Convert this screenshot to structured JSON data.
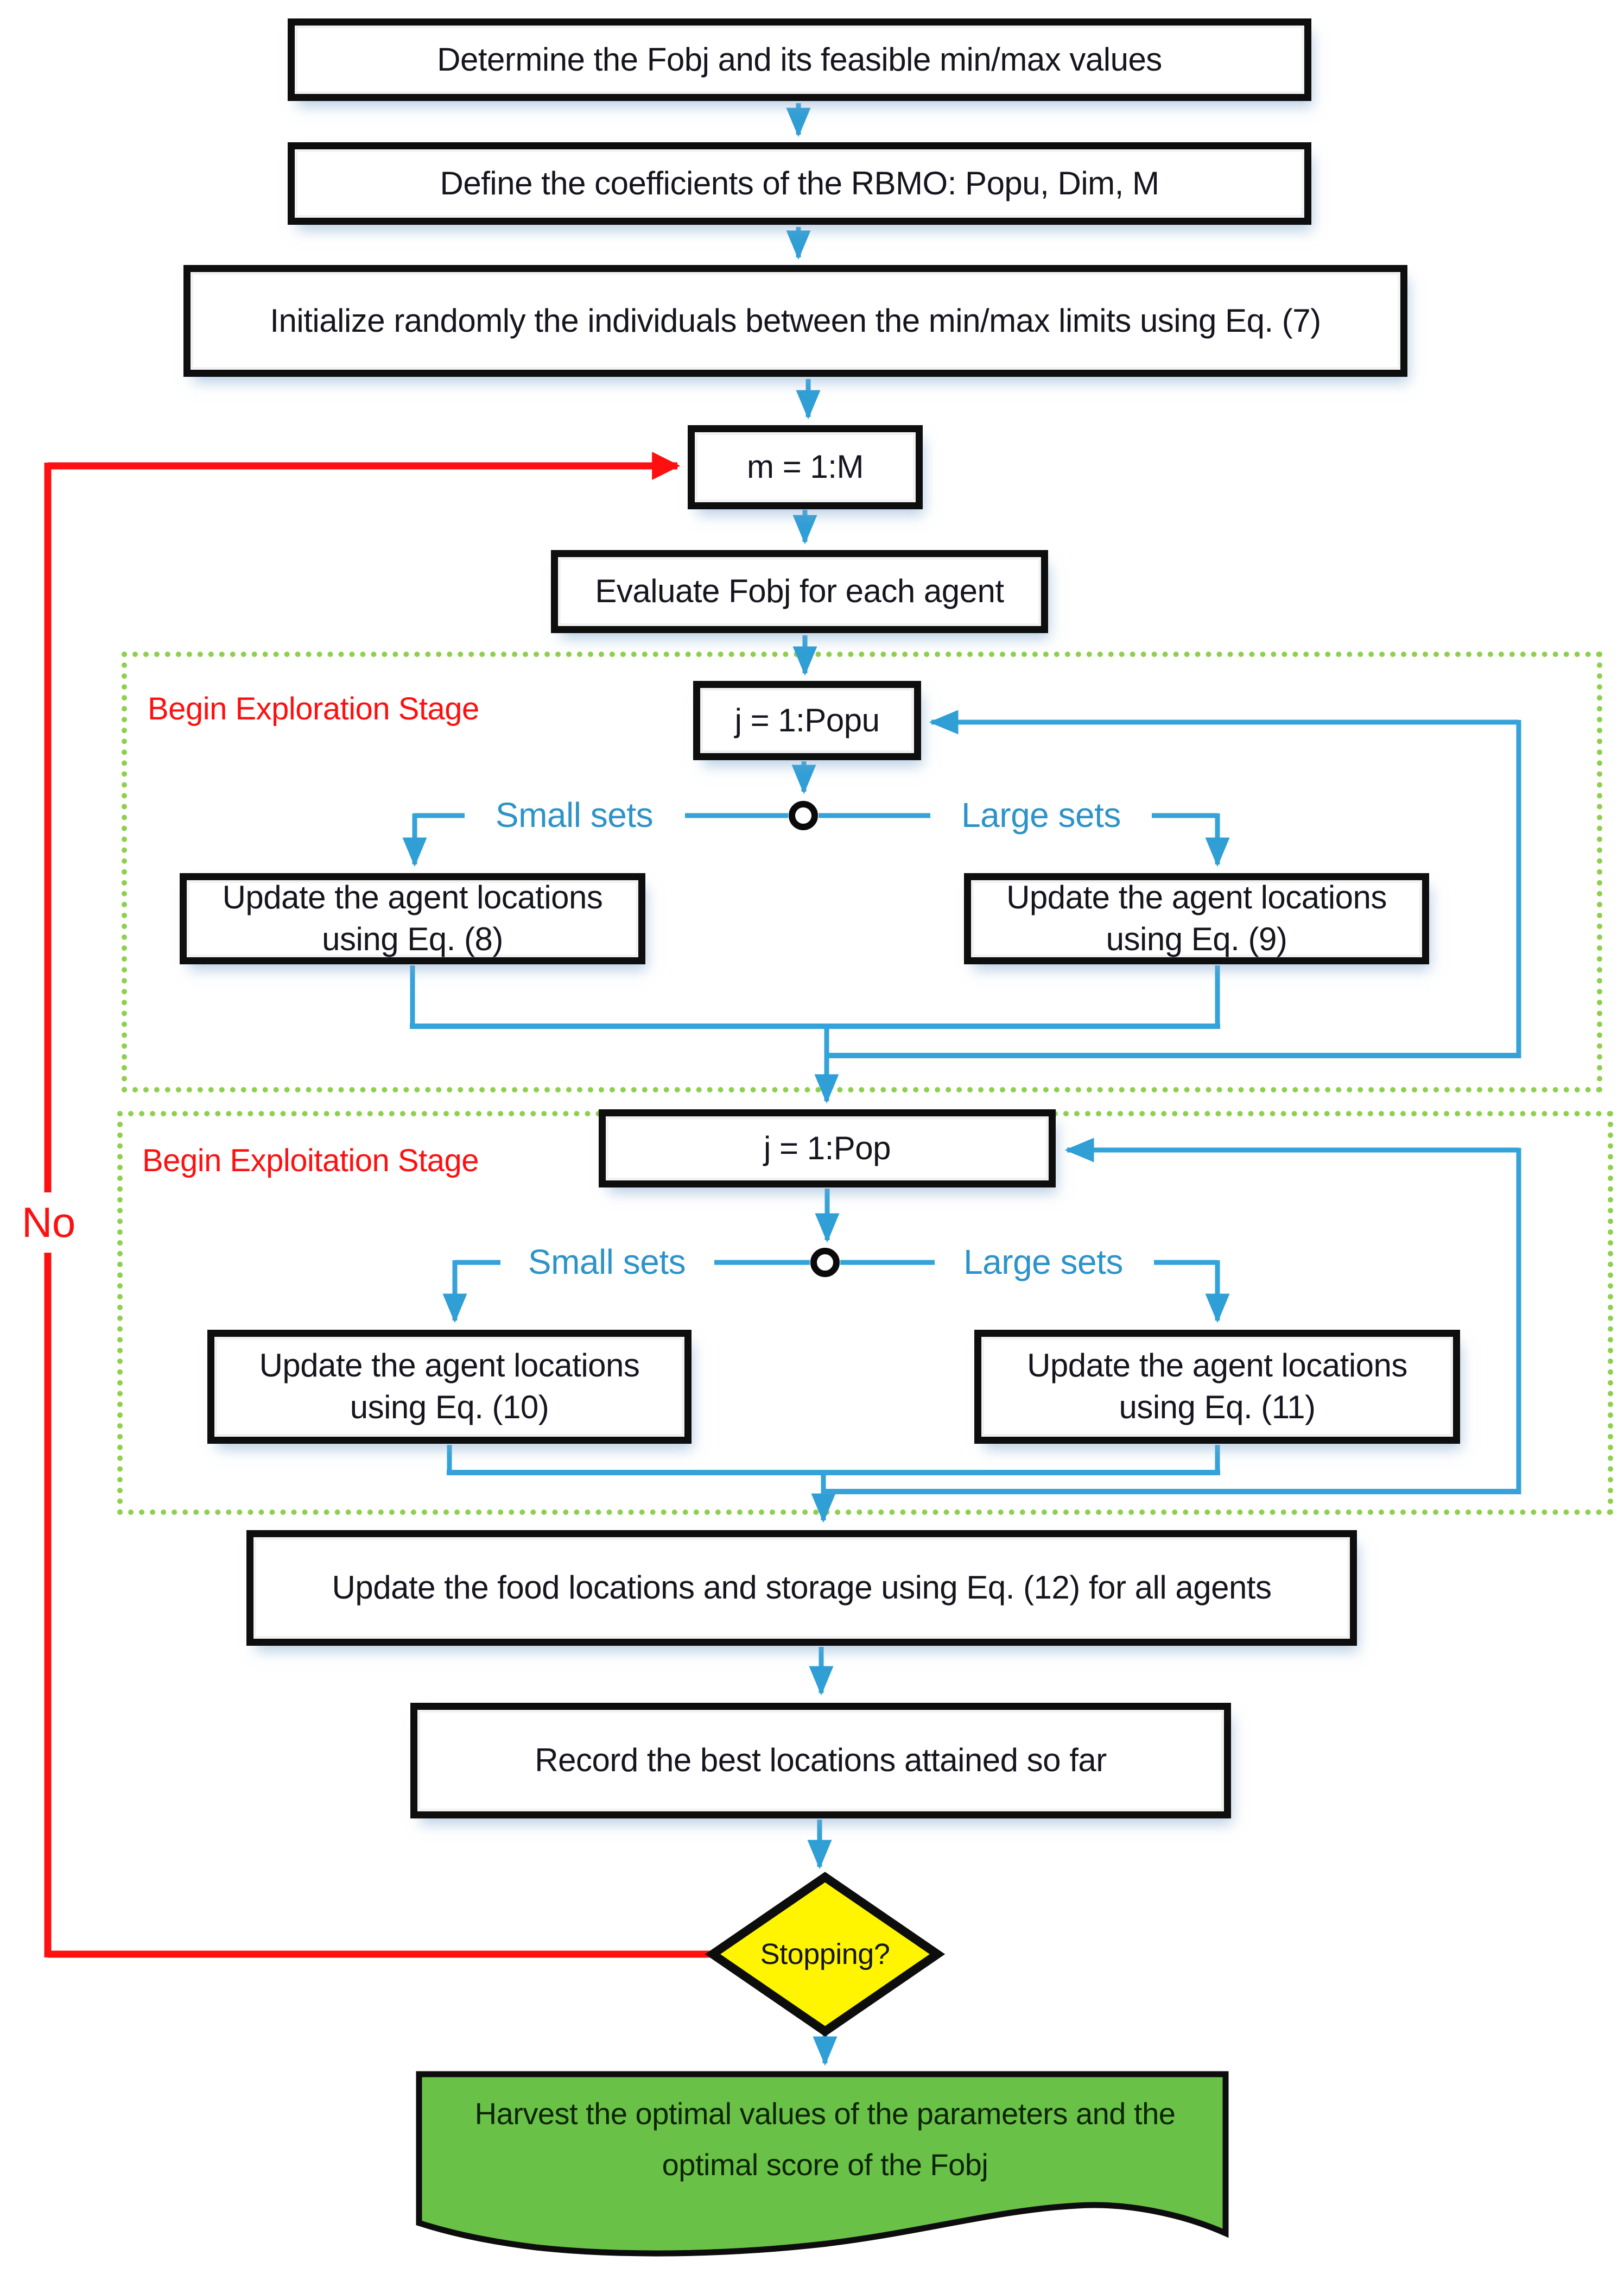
{
  "figure": {
    "type": "flowchart",
    "description": "RBMO optimization algorithm flowchart"
  },
  "colors": {
    "line_blue": "#35a3d9",
    "label_blue": "#2d93c8",
    "red": "#fe1010",
    "dotted_green": "#8ed04e",
    "diamond_yellow": "#fff500",
    "final_green": "#69c247",
    "box_border": "#0e0e0e"
  },
  "nodes": {
    "determine": "Determine the Fobj and its feasible min/max values",
    "define": "Define the coefficients of the RBMO: Popu, Dim, M",
    "initialize": "Initialize randomly the individuals between the min/max limits using Eq. (7)",
    "m_loop": "m = 1:M",
    "evaluate": "Evaluate Fobj for each agent",
    "food": "Update the food locations and storage using Eq. (12) for all agents",
    "record": "Record the best locations attained so far",
    "final": "Harvest the optimal values of the parameters and the optimal score of the Fobj"
  },
  "stages": [
    {
      "label": "Begin Exploration Stage",
      "loop": "j = 1:Popu",
      "small": "Small sets",
      "large": "Large sets",
      "left_box": "Update the agent locations using Eq. (8)",
      "right_box": "Update the agent locations using Eq. (9)"
    },
    {
      "label": "Begin Exploitation Stage",
      "loop": "j = 1:Pop",
      "small": "Small sets",
      "large": "Large sets",
      "left_box": "Update the agent locations using Eq. (10)",
      "right_box": "Update the agent locations using Eq. (11)"
    }
  ],
  "decision": {
    "label": "Stopping?",
    "no": "No"
  }
}
